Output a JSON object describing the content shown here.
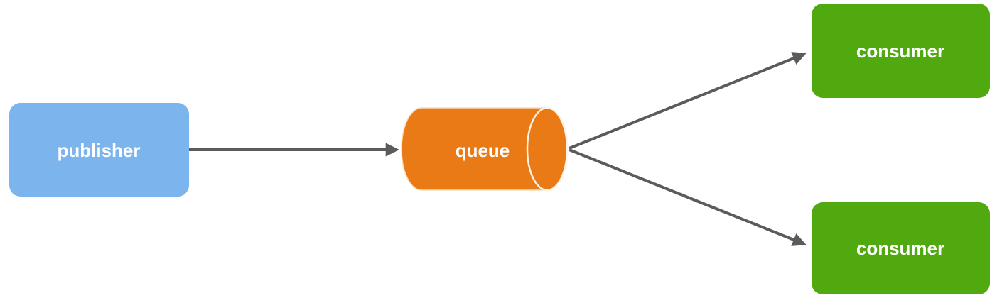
{
  "diagram": {
    "type": "flow-diagram",
    "description": "Message queue fan-out: one publisher sends to a queue consumed by two consumers",
    "nodes": {
      "publisher": {
        "label": "publisher",
        "shape": "rounded-rectangle",
        "color": "#7CB5EE"
      },
      "queue": {
        "label": "queue",
        "shape": "cylinder",
        "color": "#EA7A15"
      },
      "consumer_top": {
        "label": "consumer",
        "shape": "rounded-rectangle",
        "color": "#50AA0F"
      },
      "consumer_bottom": {
        "label": "consumer",
        "shape": "rounded-rectangle",
        "color": "#50AA0F"
      }
    },
    "edges": [
      {
        "from": "publisher",
        "to": "queue"
      },
      {
        "from": "queue",
        "to": "consumer_top"
      },
      {
        "from": "queue",
        "to": "consumer_bottom"
      }
    ],
    "colors": {
      "arrow": "#5B5B5B",
      "label": "#FFFFFF",
      "cylinder_cap_stroke": "#FDF4E7",
      "cylinder_body_stroke": "#F9DDBA",
      "background": "#FFFFFF"
    }
  }
}
